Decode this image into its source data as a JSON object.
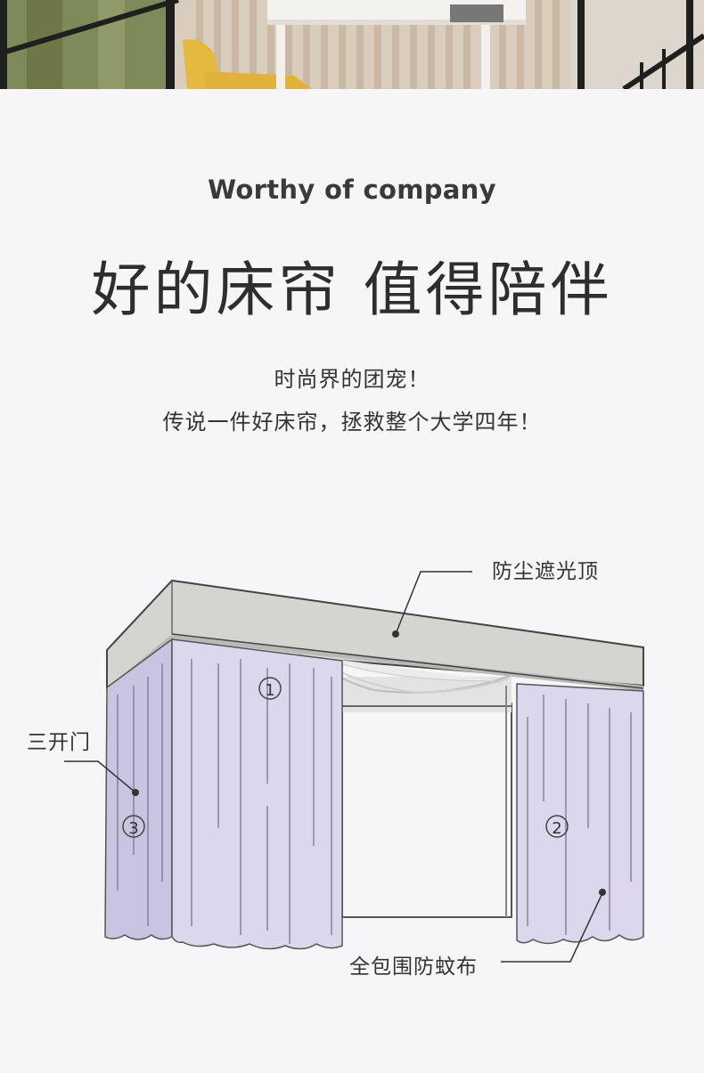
{
  "header": {
    "subtitle_en": "Worthy of company",
    "title_cn": "好的床帘 值得陪伴"
  },
  "taglines": [
    "时尚界的团宠！",
    "传说一件好床帘，拯救整个大学四年！"
  ],
  "diagram": {
    "callouts": {
      "top": "防尘遮光顶",
      "left": "三开门",
      "bottom": "全包围防蚊布"
    },
    "door_numbers": [
      "①",
      "②",
      "③"
    ],
    "colors": {
      "curtain": "#d9d4ea",
      "top_panel": "#d3d3d0",
      "line": "#3a3a3a",
      "background": "#f8f5f8"
    }
  }
}
